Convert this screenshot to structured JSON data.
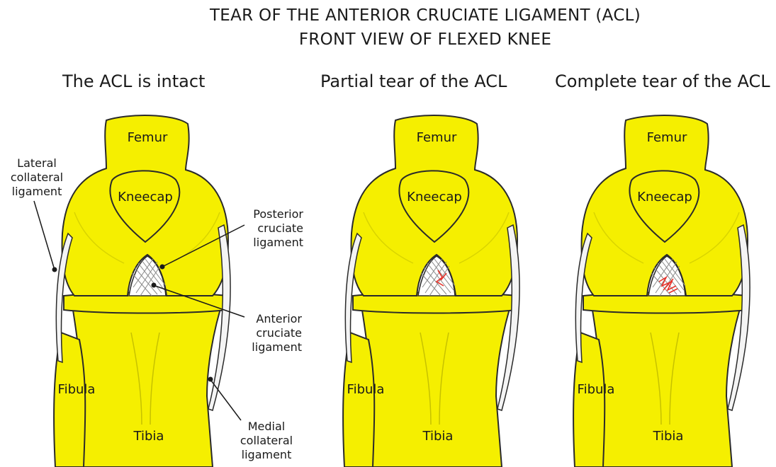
{
  "title": {
    "line1": "TEAR OF THE ANTERIOR CRUCIATE LIGAMENT (ACL)",
    "line2": "FRONT VIEW OF FLEXED KNEE"
  },
  "panels": [
    {
      "caption": "The ACL is intact",
      "femur": "Femur",
      "kneecap": "Kneecap",
      "fibula": "Fibula",
      "tibia": "Tibia",
      "tear": "none"
    },
    {
      "caption": "Partial tear of the ACL",
      "femur": "Femur",
      "kneecap": "Kneecap",
      "fibula": "Fibula",
      "tibia": "Tibia",
      "tear": "partial"
    },
    {
      "caption": "Complete tear of the ACL",
      "femur": "Femur",
      "kneecap": "Kneecap",
      "fibula": "Fibula",
      "tibia": "Tibia",
      "tear": "complete"
    }
  ],
  "callouts": {
    "lateral_collateral": [
      "Lateral",
      "collateral",
      "ligament"
    ],
    "posterior_cruciate": [
      "Posterior",
      "cruciate",
      "ligament"
    ],
    "anterior_cruciate": [
      "Anterior",
      "cruciate",
      "ligament"
    ],
    "medial_collateral": [
      "Medial",
      "collateral",
      "ligament"
    ]
  },
  "colors": {
    "bone": "#f5ef00",
    "bone_light": "#f7f37a",
    "outline": "#2a2a2a",
    "ligament": "#f4f4f4",
    "tear": "#e8322a"
  }
}
